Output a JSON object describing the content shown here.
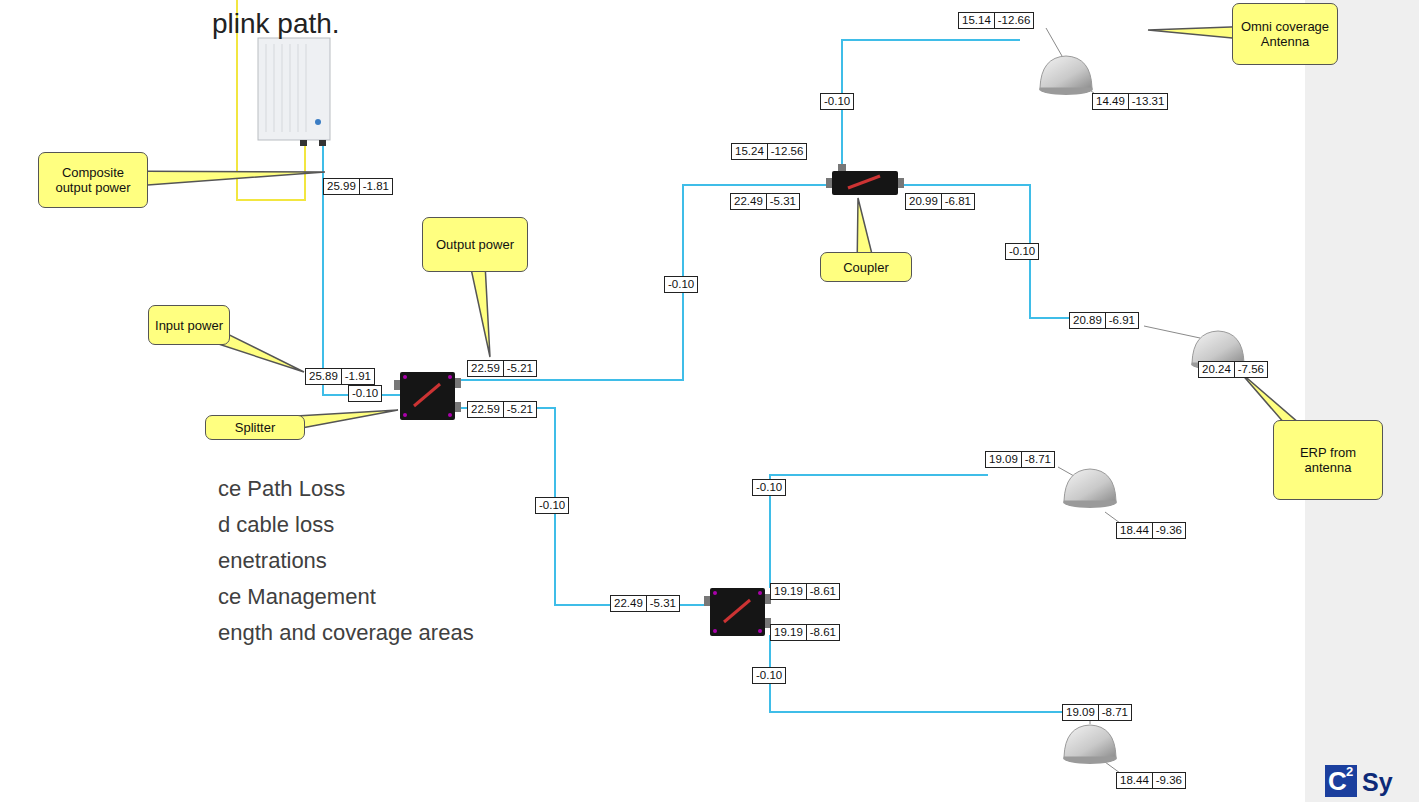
{
  "diagram": {
    "title": "plink path.",
    "nodes": [
      {
        "text": [
          "15.14",
          "-12.66"
        ]
      },
      {
        "text": [
          "Omni coverage Antenna"
        ]
      },
      {
        "text": [
          "14.49",
          "-13.31"
        ]
      },
      {
        "text": [
          "-0.10"
        ]
      },
      {
        "text": [
          "15.24",
          "-12.56"
        ]
      },
      {
        "text": [
          "25.99",
          "-1.81"
        ]
      },
      {
        "text": [
          "Composite output power"
        ]
      },
      {
        "text": [
          "22.49",
          "-5.31"
        ]
      },
      {
        "text": [
          "20.99",
          "-6.81"
        ]
      },
      {
        "text": [
          "Output power"
        ]
      },
      {
        "text": [
          "-0.10"
        ]
      },
      {
        "text": [
          "Coupler"
        ]
      },
      {
        "text": [
          "-0.10"
        ]
      },
      {
        "text": [
          "Input power"
        ]
      },
      {
        "text": [
          "20.89",
          "-6.91"
        ]
      },
      {
        "text": [
          "22.59",
          "-5.21"
        ]
      },
      {
        "text": [
          "25.89",
          "-1.91"
        ]
      },
      {
        "text": [
          "-0.10"
        ]
      },
      {
        "text": [
          "20.24",
          "-7.56"
        ]
      },
      {
        "text": [
          "Splitter"
        ]
      },
      {
        "text": [
          "22.59",
          "-5.21"
        ]
      },
      {
        "text": [
          "ERP from antenna"
        ]
      },
      {
        "text": [
          "19.09",
          "-8.71"
        ]
      },
      {
        "text": [
          "-0.10"
        ]
      },
      {
        "text": [
          "-0.10"
        ]
      },
      {
        "text": [
          "18.44",
          "-9.36"
        ]
      },
      {
        "text": [
          "22.49",
          "-5.31"
        ]
      },
      {
        "text": [
          "19.19",
          "-8.61"
        ]
      },
      {
        "text": [
          "19.19",
          "-8.61"
        ]
      },
      {
        "text": [
          "-0.10"
        ]
      },
      {
        "text": [
          "19.09",
          "-8.71"
        ]
      },
      {
        "text": [
          "18.44",
          "-9.36"
        ]
      }
    ],
    "labels": [
      "ce Path Loss",
      "d cable loss",
      "enetrations",
      "ce Management",
      "ength and coverage areas",
      "C",
      "2",
      "Sy"
    ]
  }
}
